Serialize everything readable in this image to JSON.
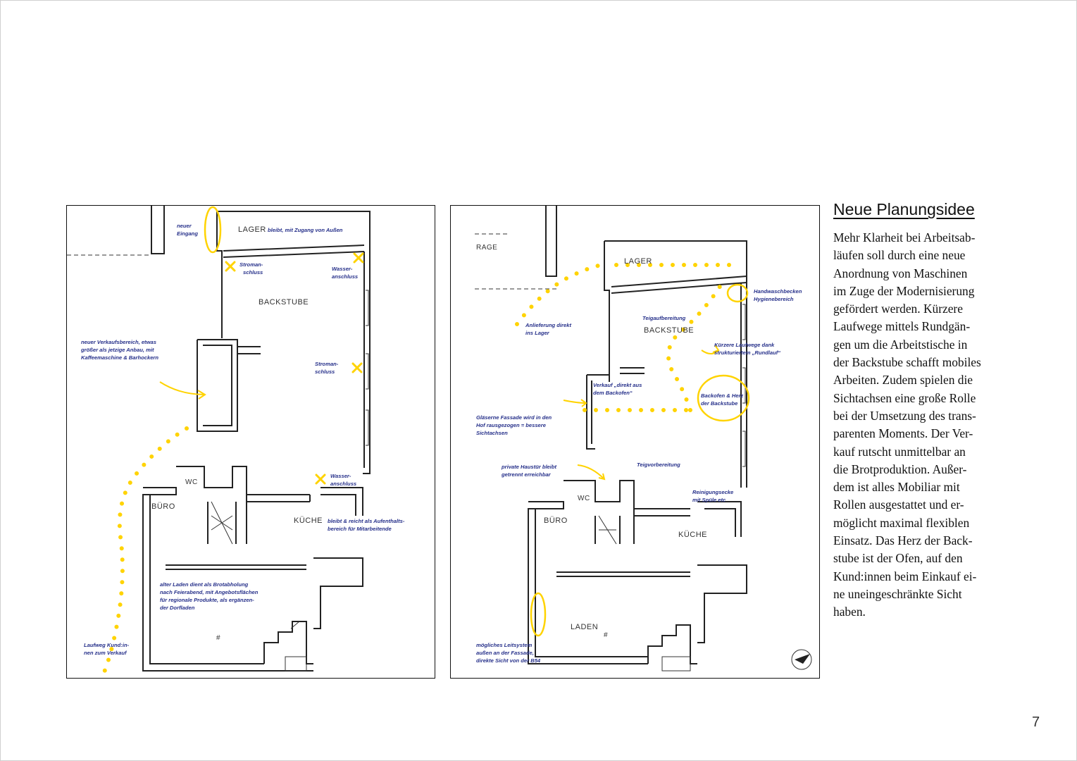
{
  "page_number": "7",
  "heading": "Neue Planungsidee",
  "body_lines": [
    "Mehr Klarheit bei Arbeitsab-",
    "läufen soll durch eine neue",
    "Anordnung von Maschinen",
    "im Zuge der Modernisierung",
    "gefördert werden. Kürzere",
    "Laufwege mittels Rundgän-",
    "gen um die Arbeitstische in",
    "der Backstube schafft mobiles",
    "Arbeiten. Zudem spielen die",
    "Sichtachsen eine große Rolle",
    "bei der Umsetzung des trans-",
    "parenten Moments. Der Ver-",
    "kauf rutscht unmittelbar an",
    "die Brotproduktion. Außer-",
    "dem ist alles Mobiliar mit",
    "Rollen ausgestattet und er-",
    "möglicht maximal flexiblen",
    "Einsatz. Das Herz der Back-",
    "stube ist der Ofen, auf den",
    "Kund:innen beim Einkauf ei-",
    "ne uneingeschränkte Sicht",
    "haben."
  ],
  "colors": {
    "annotation": "#26308a",
    "highlight": "#ffd300",
    "walls": "#222222"
  },
  "left_plan": {
    "rooms": {
      "lager": "LAGER",
      "backstube": "BACKSTUBE",
      "wc": "WC",
      "buero": "BÜRO",
      "kueche": "KÜCHE"
    },
    "notes": {
      "eingang_1": "neuer",
      "eingang_2": "Eingang",
      "lager_note": "bleibt, mit Zugang von Außen",
      "strom1_1": "Stroman-",
      "strom1_2": "schluss",
      "wasser1_1": "Wasser-",
      "wasser1_2": "anschluss",
      "verkauf_1": "neuer Verkaufsbereich, etwas",
      "verkauf_2": "größer als jetzige Anbau, mit",
      "verkauf_3": "Kaffeemaschine & Barhockern",
      "strom2_1": "Stroman-",
      "strom2_2": "schluss",
      "wasser2_1": "Wasser-",
      "wasser2_2": "anschluss",
      "kueche_1": "bleibt & reicht als Aufenthalts-",
      "kueche_2": "bereich für Mitarbeitende",
      "laden_1": "alter Laden dient als Brotabholung",
      "laden_2": "nach Feierabend, mit Angebotsflächen",
      "laden_3": "für regionale Produkte, als ergänzen-",
      "laden_4": "der Dorfladen",
      "laufweg_1": "Laufweg Kund:in-",
      "laufweg_2": "nen zum Verkauf"
    }
  },
  "right_plan": {
    "rooms": {
      "garage": "RAGE",
      "lager": "LAGER",
      "backstube": "BACKSTUBE",
      "wc": "WC",
      "buero": "BÜRO",
      "kueche": "KÜCHE",
      "laden": "LADEN"
    },
    "notes": {
      "anlieferung_1": "Anlieferung direkt",
      "anlieferung_2": "ins Lager",
      "hand_1": "Handwaschbecken",
      "hand_2": "Hygienebereich",
      "teigauf": "Teigaufbereitung",
      "kurz_1": "Kürzere Laufwege dank",
      "kurz_2": "strukturiertem „Rundlauf“",
      "verkauf_1": "Verkauf „direkt aus",
      "verkauf_2": "dem Backofen“",
      "ofen_1": "Backofen & Herz",
      "ofen_2": "der Backstube",
      "fassade_1": "Gläserne Fassade wird in den",
      "fassade_2": "Hof rausgezogen = bessere",
      "fassade_3": "Sichtachsen",
      "haus_1": "private Haustür bleibt",
      "haus_2": "getrennt erreichbar",
      "teigvor": "Teigvorbereitung",
      "rein_1": "Reinigungsecke",
      "rein_2": "mit Spüle etc",
      "leit_1": "mögliches Leitsystem",
      "leit_2": "außen an der Fassade,",
      "leit_3": "direkte Sicht von der B54"
    }
  }
}
